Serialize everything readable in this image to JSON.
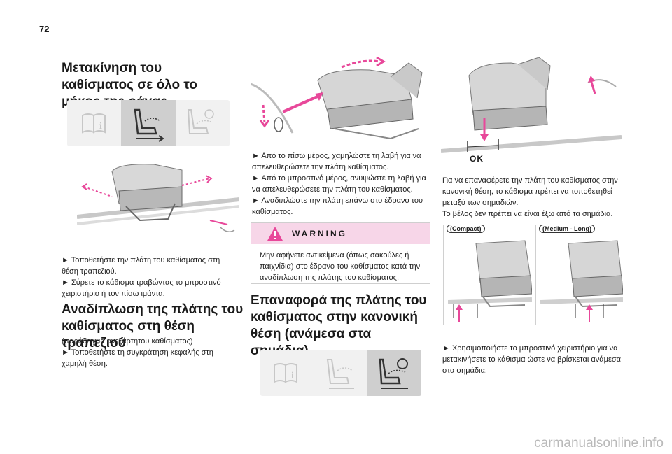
{
  "page_number": "72",
  "col1": {
    "title": "Μετακίνηση του καθίσματος σε όλο το μήκος της ράγας",
    "steps": [
      "► Τοποθετήστε την πλάτη του καθίσματος στη θέση τραπεζιού.",
      "► Σύρετε το κάθισμα τραβώντας το μπροστινό χειριστήριο ή τον πίσω ιμάντα."
    ],
    "section2_title": "Αναδίπλωση της πλάτης του καθίσματος στη θέση τραπεζιού",
    "section2_note": "(παράδειγμα ανεξάρτητου καθίσματος)",
    "section2_steps": [
      "► Τοποθετήστε τη συγκράτηση κεφαλής στη χαμηλή θέση."
    ]
  },
  "col2": {
    "steps": [
      "► Από το πίσω μέρος, χαμηλώστε τη λαβή για να απελευθερώσετε την πλάτη καθίσματος.",
      "► Από το μπροστινό μέρος, ανυψώστε τη λαβή για να απελευθερώσετε την πλάτη του καθίσματος.",
      "► Αναδιπλώστε την πλάτη επάνω στο έδρανο του καθίσματος."
    ],
    "warning": {
      "title": "WARNING",
      "text": "Μην αφήνετε αντικείμενα (όπως σακούλες ή παιχνίδια) στο έδρανο του καθίσματος κατά την αναδίπλωση της πλάτης του καθίσματος."
    },
    "section_title": "Επαναφορά της πλάτης του καθίσματος στην κανονική θέση (ανάμεσα στα σημάδια)"
  },
  "col3": {
    "ok_label": "OK",
    "text1": "Για να επαναφέρετε την πλάτη του καθίσματος στην κανονική θέση, το κάθισμα πρέπει να τοποθετηθεί μεταξύ των σημαδιών.",
    "text2": "Το βέλος δεν πρέπει να είναι έξω από τα σημάδια.",
    "label_compact": "(Compact)",
    "label_medium_long": "(Medium - Long)",
    "steps": [
      "► Χρησιμοποιήστε το μπροστινό χειριστήριο για να μετακινήσετε το κάθισμα ώστε να βρίσκεται ανάμεσα στα σημάδια."
    ]
  },
  "watermark": "carmanualsonline.info",
  "colors": {
    "accent": "#e8489a",
    "selected": "#cfcfcf",
    "iconbar_bg": "#f1f1f1",
    "warning_bg": "#f7d6e8"
  }
}
